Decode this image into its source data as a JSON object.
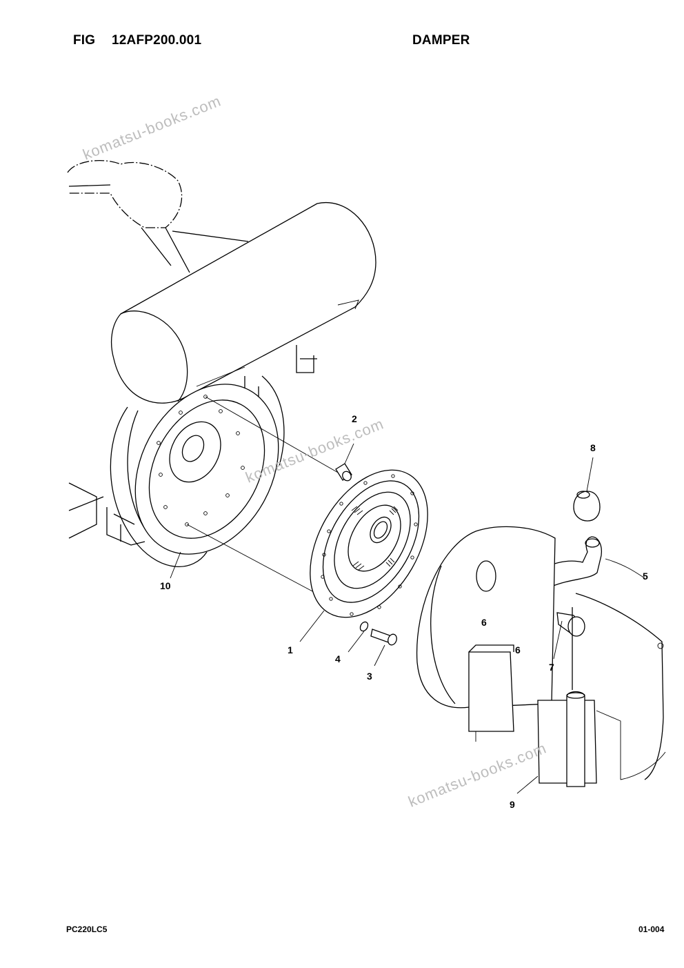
{
  "header": {
    "fig_label": "FIG",
    "fig_code": "12AFP200.001",
    "title": "DAMPER"
  },
  "footer": {
    "model": "PC220LC5",
    "page": "01-004"
  },
  "watermarks": [
    "komatsu-books.com",
    "komatsu-books.com",
    "komatsu-books.com"
  ],
  "callouts": [
    "1",
    "2",
    "3",
    "4",
    "5",
    "6",
    "6",
    "7",
    "8",
    "9",
    "10"
  ]
}
